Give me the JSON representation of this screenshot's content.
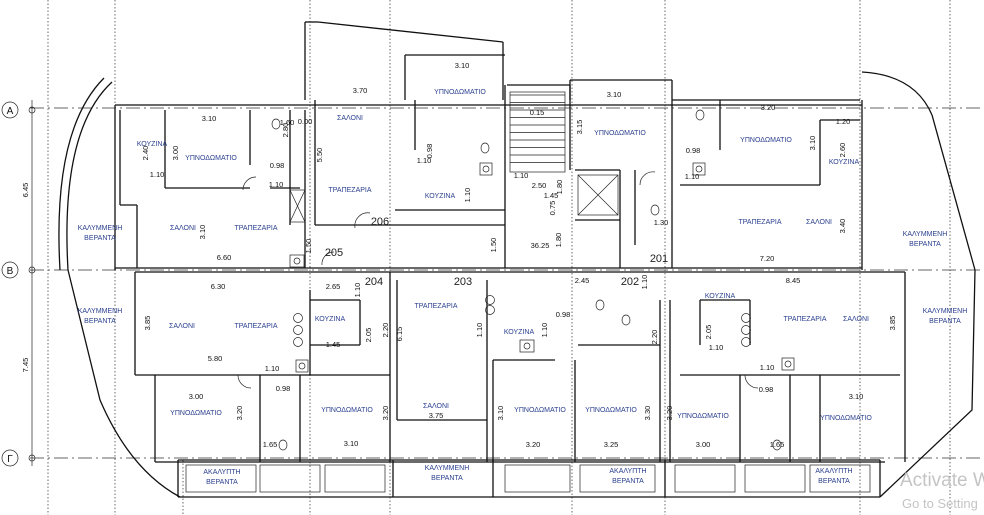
{
  "drawing": {
    "axes": [
      "Α",
      "Β",
      "Γ"
    ],
    "axis_dims": [
      "6.45",
      "7.45"
    ],
    "units": [
      "206",
      "205",
      "204",
      "203",
      "202",
      "201"
    ],
    "rooms": [
      "ΚΟΥΖΙΝΑ",
      "ΥΠΝΟΔΩΜΑΤΙΟ",
      "ΣΑΛΟΝΙ",
      "ΤΡΑΠΕΖΑΡΙΑ",
      "ΣΑΛΟΝΙ",
      "ΤΡΑΠΕΖΑΡΙΑ",
      "ΥΠΝΟΔΩΜΑΤΙΟ",
      "ΚΟΥΖΙΝΑ",
      "ΥΠΝΟΔΩΜΑΤΙΟ",
      "ΥΠΝΟΔΩΜΑΤΙΟ",
      "ΚΟΥΖΙΝΑ",
      "ΤΡΑΠΕΖΑΡΙΑ",
      "ΣΑΛΟΝΙ",
      "ΣΑΛΟΝΙ",
      "ΤΡΑΠΕΖΑΡΙΑ",
      "ΚΟΥΖΙΝΑ",
      "ΥΠΝΟΔΩΜΑΤΙΟ",
      "ΥΠΝΟΔΩΜΑΤΙΟ",
      "ΤΡΑΠΕΖΑΡΙΑ",
      "ΣΑΛΟΝΙ",
      "ΚΟΥΖΙΝΑ",
      "ΥΠΝΟΔΩΜΑΤΙΟ",
      "ΥΠΝΟΔΩΜΑΤΙΟ",
      "ΚΟΥΖΙΝΑ",
      "ΤΡΑΠΕΖΑΡΙΑ",
      "ΣΑΛΟΝΙ",
      "ΥΠΝΟΔΩΜΑΤΙΟ",
      "ΥΠΝΟΔΩΜΑΤΙΟ"
    ],
    "verandas": [
      {
        "l1": "ΚΑΛΥΜΜΕΝΗ",
        "l2": "ΒΕΡΑΝΤΑ"
      },
      {
        "l1": "ΚΑΛΥΜΜΕΝΗ",
        "l2": "ΒΕΡΑΝΤΑ"
      },
      {
        "l1": "ΚΑΛΥΜΜΕΝΗ",
        "l2": "ΒΕΡΑΝΤΑ"
      },
      {
        "l1": "ΚΑΛΥΜΜΕΝΗ",
        "l2": "ΒΕΡΑΝΤΑ"
      },
      {
        "l1": "ΑΚΑΛΥΠΤΗ",
        "l2": "ΒΕΡΑΝΤΑ"
      },
      {
        "l1": "ΚΑΛΥΜΜΕΝΗ",
        "l2": "ΒΕΡΑΝΤΑ"
      },
      {
        "l1": "ΑΚΑΛΥΠΤΗ",
        "l2": "ΒΕΡΑΝΤΑ"
      },
      {
        "l1": "ΑΚΑΛΥΠΤΗ",
        "l2": "ΒΕΡΑΝΤΑ"
      }
    ],
    "dims_h": [
      "3.10",
      "1.60",
      "0.00",
      "0.98",
      "1.10",
      "1.10",
      "6.60",
      "3.70",
      "3.10",
      "1.10",
      "3.10",
      "1.10",
      "2.50",
      "1.45",
      "36.25",
      "3.20",
      "1.20",
      "0.98",
      "1.10",
      "7.20",
      "1.30",
      "6.30",
      "2.65",
      "1.45",
      "5.80",
      "1.10",
      "0.98",
      "3.00",
      "3.10",
      "1.65",
      "3.75",
      "2.45",
      "0.98",
      "8.45",
      "1.10",
      "1.10",
      "0.98",
      "3.10",
      "3.20",
      "3.25",
      "3.00",
      "1.65",
      "0.15"
    ],
    "dims_v": [
      "2.40",
      "3.00",
      "5.50",
      "3.10",
      "1.50",
      "1.50",
      "1.80",
      "0.98",
      "1.10",
      "3.15",
      "3.10",
      "2.60",
      "3.40",
      "3.85",
      "2.05",
      "2.20",
      "6.15",
      "1.10",
      "1.10",
      "1.10",
      "2.20",
      "2.05",
      "3.85",
      "3.20",
      "3.20",
      "3.10",
      "3.30",
      "3.20",
      "1.10",
      "1.80",
      "0.75",
      "2.80"
    ]
  },
  "os_overlay": {
    "line1": "Activate W",
    "line2": "Go to Setting"
  }
}
